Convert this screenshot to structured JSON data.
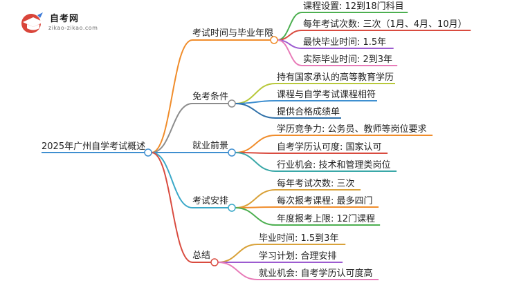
{
  "logo": {
    "name": "自考网",
    "url": "zikao-zikao.com"
  },
  "root": "2025年广州自学考试概述",
  "branches": [
    {
      "label": "考试时间与毕业年限",
      "color": "#f08c2a",
      "children": [
        {
          "label": "课程设置: 12到18门科目",
          "color": "#4caf50"
        },
        {
          "label": "每年考试次数: 三次（1月、4月、10月）",
          "color": "#d94b3f"
        },
        {
          "label": "最快毕业时间: 1.5年",
          "color": "#9c5bd0"
        },
        {
          "label": "实际毕业时间: 2到3年",
          "color": "#e87bb8"
        }
      ]
    },
    {
      "label": "免考条件",
      "color": "#8c8c8c",
      "children": [
        {
          "label": "持有国家承认的高等教育学历",
          "color": "#b8c83a"
        },
        {
          "label": "课程与自学考试课程相符",
          "color": "#3f8fd0"
        },
        {
          "label": "提供合格成绩单",
          "color": "#2d6fa8"
        }
      ]
    },
    {
      "label": "就业前景",
      "color": "#3f8fd0",
      "children": [
        {
          "label": "学历竞争力: 公务员、教师等岗位要求",
          "color": "#f08c2a"
        },
        {
          "label": "自考学历认可度: 国家认可",
          "color": "#d94b3f"
        },
        {
          "label": "行业机会: 技术和管理类岗位",
          "color": "#3aa8a8"
        }
      ]
    },
    {
      "label": "考试安排",
      "color": "#3aa8c8",
      "children": [
        {
          "label": "每年考试次数: 三次",
          "color": "#d9a23a"
        },
        {
          "label": "每次报考课程: 最多四门",
          "color": "#f08c2a"
        },
        {
          "label": "年度报考上限: 12门课程",
          "color": "#4caf50"
        }
      ]
    },
    {
      "label": "总结",
      "color": "#d94b3f",
      "children": [
        {
          "label": "毕业时间: 1.5到3年",
          "color": "#d9a23a"
        },
        {
          "label": "学习计划: 合理安排",
          "color": "#9c5bd0"
        },
        {
          "label": "就业机会: 自考学历认可度高",
          "color": "#e87bb8"
        }
      ]
    }
  ]
}
